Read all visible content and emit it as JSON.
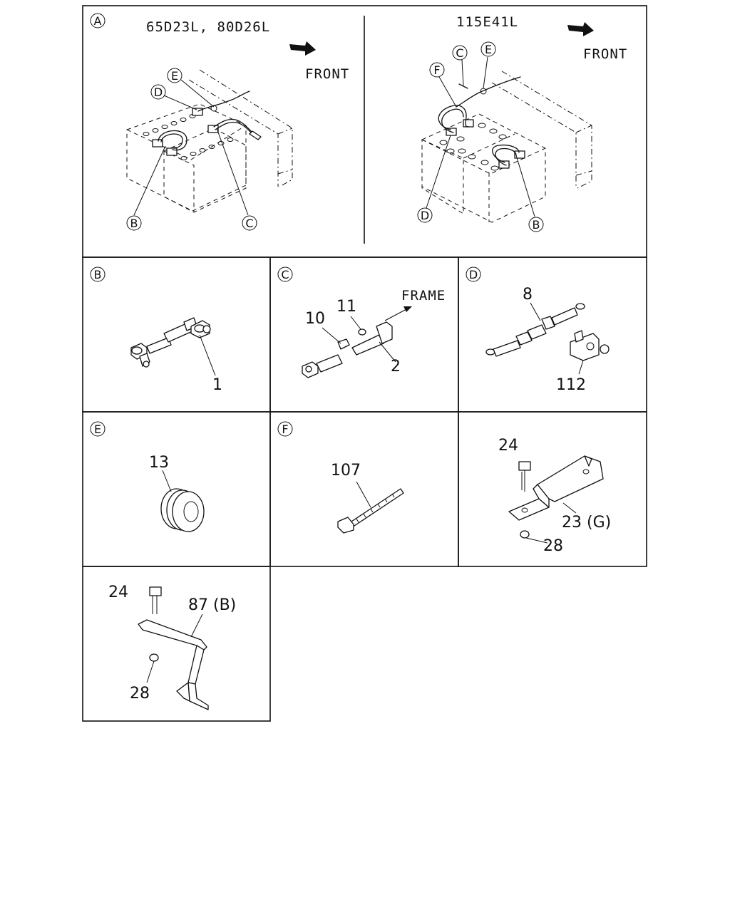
{
  "callouts": {
    "A": "A",
    "B": "B",
    "C": "C",
    "D": "D",
    "E": "E",
    "F": "F"
  },
  "panel_a": {
    "left_title": "65D23L, 80D26L",
    "right_title": "115E41L",
    "front_left": "FRONT",
    "front_right": "FRONT"
  },
  "panel_b": {
    "part_1": "1"
  },
  "panel_c": {
    "part_10": "10",
    "part_11": "11",
    "part_2": "2",
    "frame_label": "FRAME"
  },
  "panel_d": {
    "part_8": "8",
    "part_112": "112"
  },
  "panel_e": {
    "part_13": "13"
  },
  "panel_f": {
    "part_107": "107"
  },
  "panel_g": {
    "part_24": "24",
    "part_23": "23 (G)",
    "part_28": "28"
  },
  "panel_h": {
    "part_24": "24",
    "part_87": "87 (B)",
    "part_28": "28"
  }
}
